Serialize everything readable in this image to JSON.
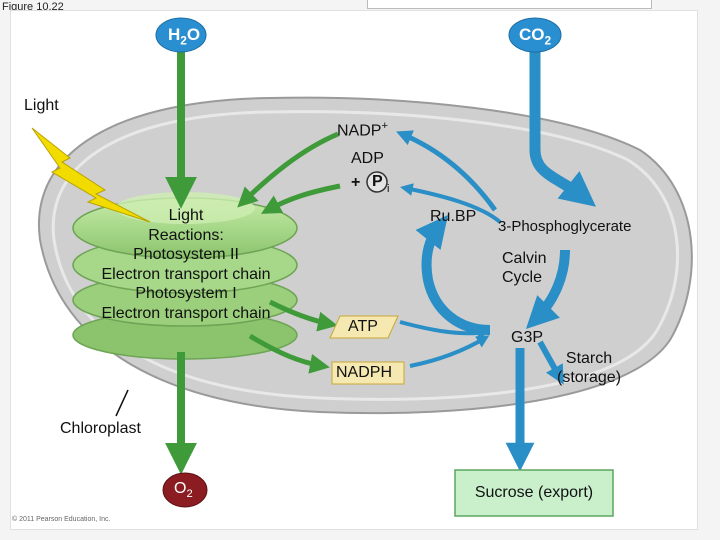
{
  "figure_label": "Figure 10.22",
  "inputs": {
    "water": "H2O",
    "carbon_dioxide": "CO2"
  },
  "labels": {
    "light": "Light",
    "nadp_plus": "NADP+",
    "adp": "ADP",
    "plus": "+",
    "pi_p": "P",
    "pi_sub": "i",
    "rubp": "Ru.BP",
    "phosphoglycerate": "3-Phosphoglycerate",
    "calvin_line1": "Calvin",
    "calvin_line2": "Cycle",
    "atp": "ATP",
    "nadph": "NADPH",
    "g3p": "G3P",
    "starch_line1": "Starch",
    "starch_line2": "(storage)",
    "chloroplast": "Chloroplast",
    "oxygen": "O2",
    "sucrose": "Sucrose (export)"
  },
  "light_reactions": {
    "title1": "Light",
    "title2": "Reactions:",
    "line3": "Photosystem II",
    "line4": "Electron transport chain",
    "line5": "Photosystem I",
    "line6": "Electron transport chain"
  },
  "copyright": "© 2011 Pearson Education, Inc.",
  "colors": {
    "blue_bubble": "#2a8fd0",
    "maroon_bubble": "#8a1c22",
    "green_arrow": "#3f9a3a",
    "blue_arrow": "#2a8fc6",
    "chloroplast_fill": "#cfcfcf",
    "lightning": "#f2dc00",
    "atp_fill": "#f5e8b0",
    "sucrose_fill": "#c9f0cb"
  }
}
